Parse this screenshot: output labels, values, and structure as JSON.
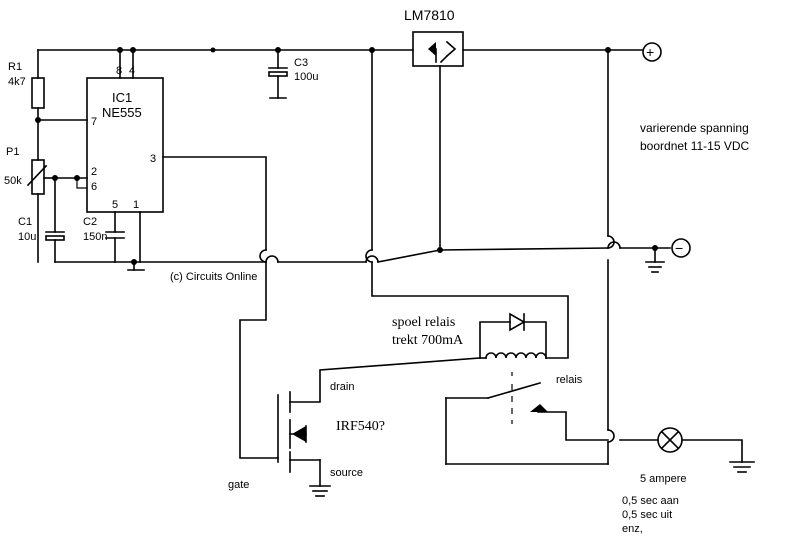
{
  "regulator": {
    "label": "LM7810"
  },
  "ic": {
    "ref": "IC1",
    "part": "NE555",
    "pins": {
      "p8": "8",
      "p4": "4",
      "p7": "7",
      "p2": "2",
      "p6": "6",
      "p3": "3",
      "p5": "5",
      "p1": "1"
    }
  },
  "r1": {
    "ref": "R1",
    "value": "4k7"
  },
  "p1": {
    "ref": "P1",
    "value": "50k"
  },
  "c1": {
    "ref": "C1",
    "value": "10u"
  },
  "c2": {
    "ref": "C2",
    "value": "150n"
  },
  "c3": {
    "ref": "C3",
    "value": "100u"
  },
  "supply": {
    "line1": "varierende spanning",
    "line2": "boordnet 11-15 VDC",
    "plus": "+",
    "minus": "−"
  },
  "copyright": "(c) Circuits Online",
  "relay": {
    "coil_line1": "spoel relais",
    "coil_line2": "trekt 700mA",
    "label": "relais"
  },
  "mosfet": {
    "part": "IRF540?",
    "drain": "drain",
    "gate": "gate",
    "source": "source"
  },
  "lamp": {
    "current": "5 ampere",
    "note1": "0,5 sec aan",
    "note2": "0,5 sec uit",
    "note3": "enz,"
  }
}
